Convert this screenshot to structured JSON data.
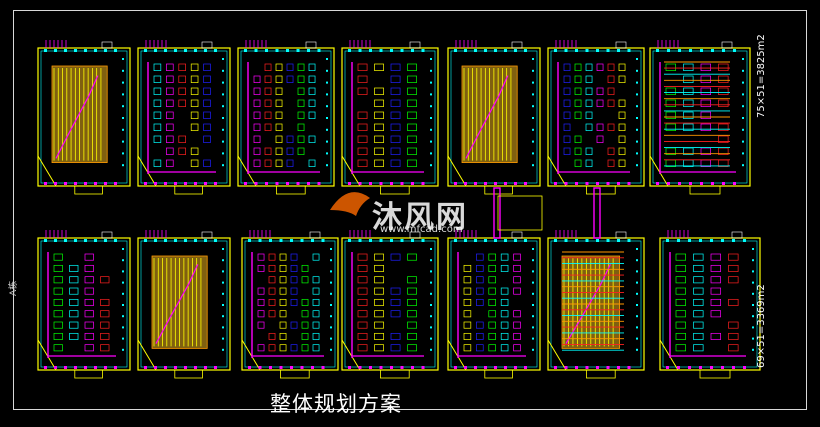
{
  "caption": "整体规划方案",
  "side_label": "A栋",
  "dimensions": {
    "top_right": "75×51=3825m2",
    "bottom_right": "69×51=3369m2"
  },
  "watermark": {
    "text": "沐风网",
    "url": "www.mfcad.com"
  },
  "colors": {
    "background": "#000000",
    "frame": "#d8d8d8",
    "wall": "#ffff00",
    "cyan": "#00ffff",
    "magenta": "#ff00ff",
    "green": "#00ff00",
    "red": "#ff2020",
    "blue": "#2020ff",
    "orange": "#ff9900",
    "white": "#ffffff"
  }
}
